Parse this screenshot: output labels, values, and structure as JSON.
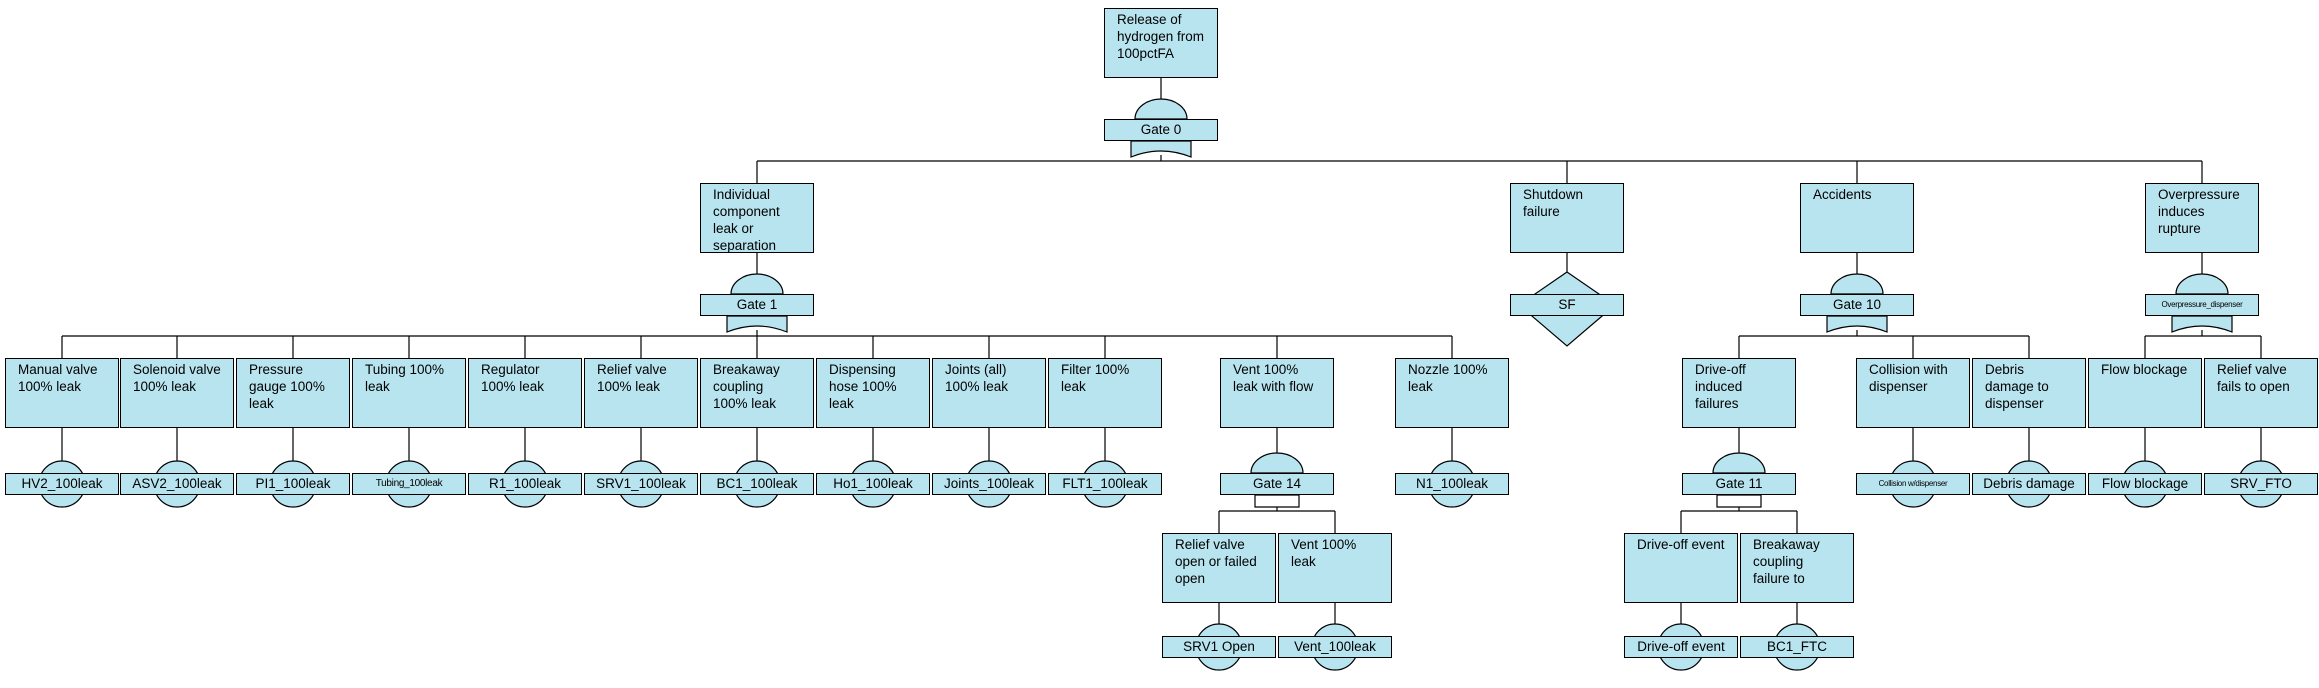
{
  "diagram": {
    "nodes": {
      "top": {
        "desc": "Release of hydrogen from 100pctFA",
        "tag": "Gate 0",
        "kind": "gate-or"
      },
      "g1": {
        "desc": "Individual component leak or separation",
        "tag": "Gate 1",
        "kind": "gate-or"
      },
      "sf": {
        "desc": "Shutdown failure",
        "tag": "SF",
        "kind": "transfer"
      },
      "g10": {
        "desc": "Accidents",
        "tag": "Gate 10",
        "kind": "gate-or"
      },
      "op": {
        "desc": "Overpressure induces rupture",
        "tag": "Overpressure_dispenser",
        "kind": "gate-or"
      },
      "hv2": {
        "desc": "Manual valve 100% leak",
        "tag": "HV2_100leak",
        "kind": "basic"
      },
      "asv2": {
        "desc": "Solenoid valve 100% leak",
        "tag": "ASV2_100leak",
        "kind": "basic"
      },
      "pi1": {
        "desc": "Pressure gauge 100% leak",
        "tag": "PI1_100leak",
        "kind": "basic"
      },
      "tub": {
        "desc": "Tubing 100% leak",
        "tag": "Tubing_100leak",
        "kind": "basic"
      },
      "r1": {
        "desc": "Regulator 100% leak",
        "tag": "R1_100leak",
        "kind": "basic"
      },
      "srv1": {
        "desc": "Relief valve 100% leak",
        "tag": "SRV1_100leak",
        "kind": "basic"
      },
      "bc1": {
        "desc": "Breakaway coupling 100% leak",
        "tag": "BC1_100leak",
        "kind": "basic"
      },
      "ho1": {
        "desc": "Dispensing hose 100% leak",
        "tag": "Ho1_100leak",
        "kind": "basic"
      },
      "jt": {
        "desc": "Joints (all) 100% leak",
        "tag": "Joints_100leak",
        "kind": "basic"
      },
      "flt": {
        "desc": "Filter 100% leak",
        "tag": "FLT1_100leak",
        "kind": "basic"
      },
      "g14": {
        "desc": "Vent 100% leak with flow",
        "tag": "Gate 14",
        "kind": "gate-and"
      },
      "n1": {
        "desc": "Nozzle 100% leak",
        "tag": "N1_100leak",
        "kind": "basic"
      },
      "srvo": {
        "desc": "Relief valve open or failed open",
        "tag": "SRV1 Open",
        "kind": "basic"
      },
      "vent": {
        "desc": "Vent 100% leak",
        "tag": "Vent_100leak",
        "kind": "basic"
      },
      "g11": {
        "desc": "Drive-off induced failures",
        "tag": "Gate 11",
        "kind": "gate-and"
      },
      "dev": {
        "desc": "Drive-off event",
        "tag": "Drive-off event",
        "kind": "basic"
      },
      "bcf": {
        "desc": "Breakaway coupling failure to",
        "tag": "BC1_FTC",
        "kind": "basic"
      },
      "col": {
        "desc": "Collision with dispenser",
        "tag": "Collision w/dispenser",
        "kind": "basic"
      },
      "deb": {
        "desc": "Debris damage to dispenser",
        "tag": "Debris damage",
        "kind": "basic"
      },
      "fb": {
        "desc": "Flow blockage",
        "tag": "Flow blockage",
        "kind": "basic"
      },
      "srvf": {
        "desc": "Relief valve fails to open",
        "tag": "SRV_FTO",
        "kind": "basic"
      }
    },
    "edges": [
      [
        "top",
        "g1"
      ],
      [
        "top",
        "sf"
      ],
      [
        "top",
        "g10"
      ],
      [
        "top",
        "op"
      ],
      [
        "g1",
        "hv2"
      ],
      [
        "g1",
        "asv2"
      ],
      [
        "g1",
        "pi1"
      ],
      [
        "g1",
        "tub"
      ],
      [
        "g1",
        "r1"
      ],
      [
        "g1",
        "srv1"
      ],
      [
        "g1",
        "bc1"
      ],
      [
        "g1",
        "ho1"
      ],
      [
        "g1",
        "jt"
      ],
      [
        "g1",
        "flt"
      ],
      [
        "g1",
        "g14"
      ],
      [
        "g1",
        "n1"
      ],
      [
        "g14",
        "srvo"
      ],
      [
        "g14",
        "vent"
      ],
      [
        "g10",
        "g11"
      ],
      [
        "g10",
        "col"
      ],
      [
        "g10",
        "deb"
      ],
      [
        "g11",
        "dev"
      ],
      [
        "g11",
        "bcf"
      ],
      [
        "op",
        "fb"
      ],
      [
        "op",
        "srvf"
      ]
    ],
    "colors": {
      "fill": "#b8e4ef",
      "stroke": "#000000"
    }
  }
}
